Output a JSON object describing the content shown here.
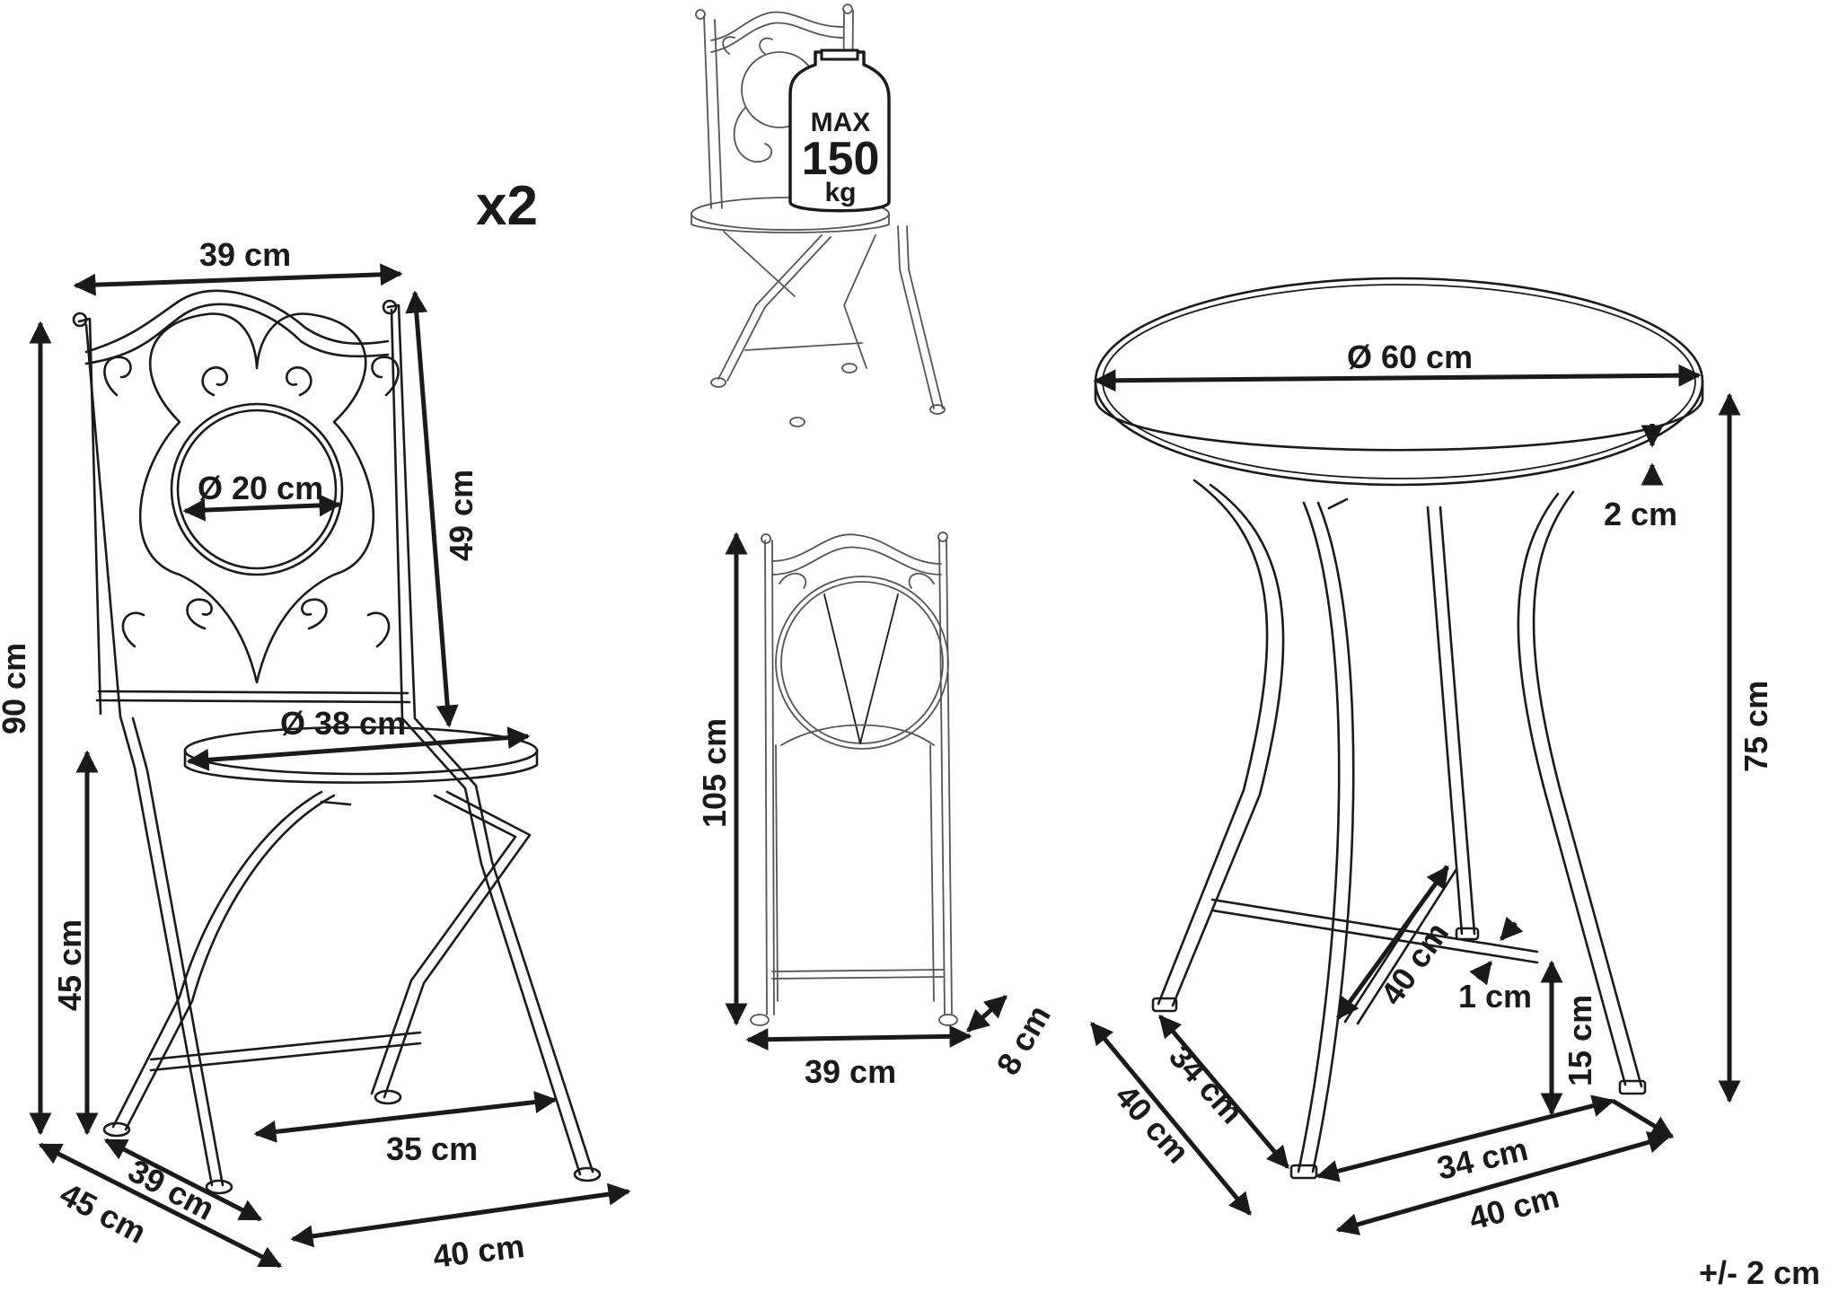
{
  "set_quantity": "x2",
  "chair": {
    "seat_width": "39 cm",
    "backrest_height": "49 cm",
    "total_height": "90 cm",
    "seat_height": "45 cm",
    "backrest_circle_diameter": "Ø 20 cm",
    "seat_diameter": "Ø 38 cm",
    "leg_span": "35 cm",
    "front_depth": "39 cm",
    "base_depth": "45 cm",
    "base_width": "40 cm"
  },
  "max_load": {
    "line1": "MAX",
    "line2": "150",
    "line3": "kg"
  },
  "folded_chair": {
    "height": "105 cm",
    "width": "39 cm",
    "depth": "8 cm"
  },
  "table": {
    "top_diameter": "Ø 60 cm",
    "top_thickness": "2 cm",
    "height": "75 cm",
    "ring_diameter": "40 cm",
    "bar_thickness": "1 cm",
    "bar_height": "15 cm",
    "inner_depth": "34 cm",
    "inner_width": "34 cm",
    "base_depth": "40 cm",
    "base_width": "40 cm"
  },
  "tolerance": "+/- 2 cm"
}
